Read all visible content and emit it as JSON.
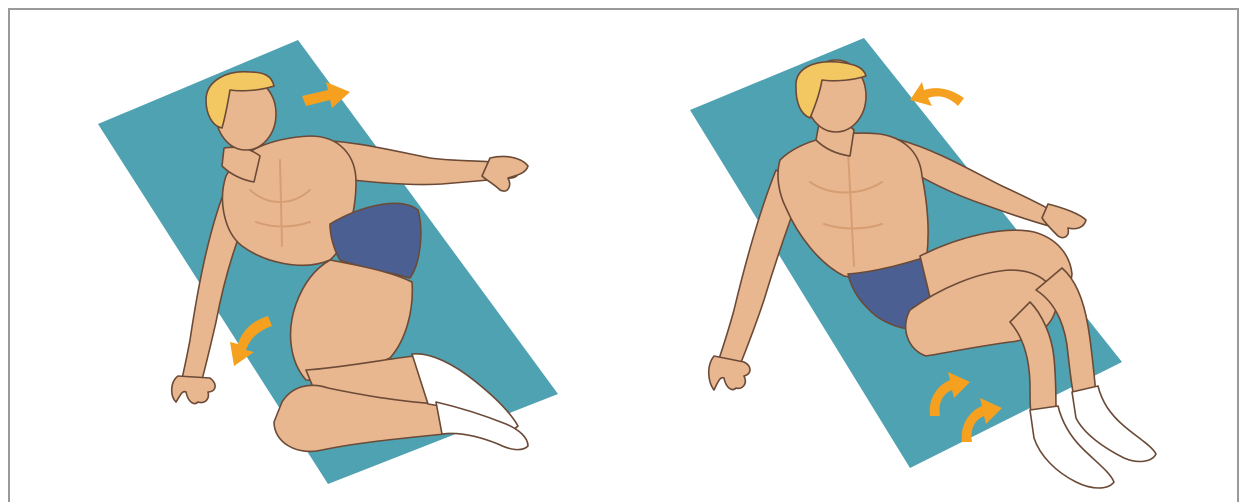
{
  "figure": {
    "colors": {
      "mat": "#4fa2b2",
      "skin": "#e9b78f",
      "skin_shade": "#d79d73",
      "outline": "#6b4a37",
      "hair": "#f3c863",
      "hair_shade": "#e3a83f",
      "briefs": "#4b5f93",
      "briefs_shade": "#3c4d7d",
      "sock": "#ffffff",
      "arrow": "#f6a01f",
      "frame_border": "#9a9a9a"
    },
    "panels": [
      {
        "pose": "lying-twist-knees-left",
        "arrows": [
          "arrow-right",
          "arrow-curved-down-left"
        ]
      },
      {
        "pose": "lying-knees-up",
        "arrows": [
          "arrow-curved-up-left",
          "arrow-curved-up-right",
          "arrow-curved-up-right"
        ]
      }
    ]
  }
}
